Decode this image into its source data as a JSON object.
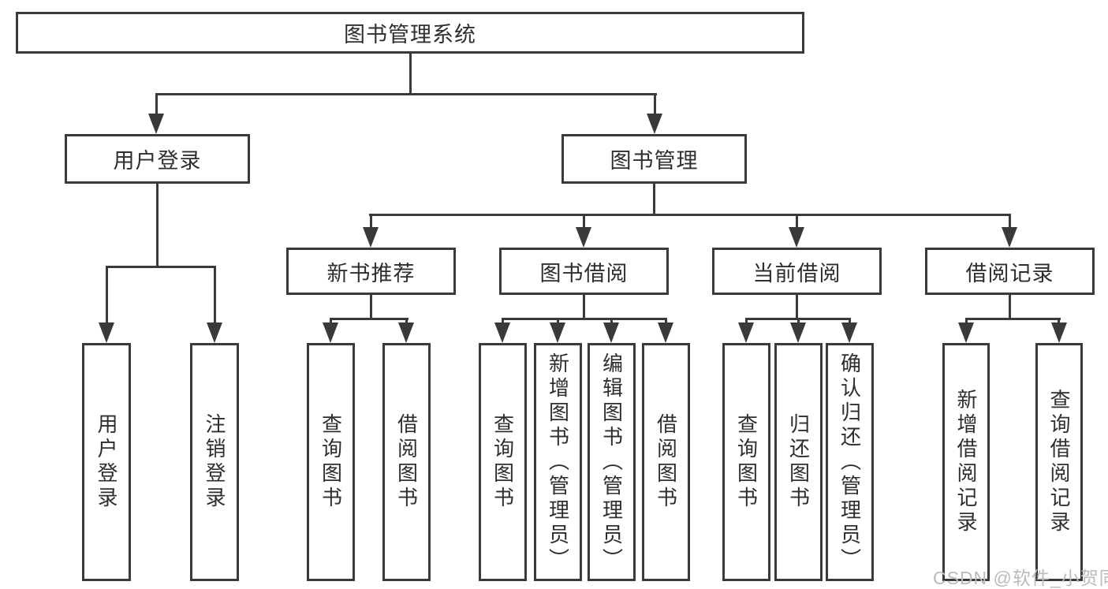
{
  "tree": {
    "label": "图书管理系统",
    "children": [
      {
        "label": "用户登录",
        "children": [
          {
            "label": "用户登录"
          },
          {
            "label": "注销登录"
          }
        ]
      },
      {
        "label": "图书管理",
        "children": [
          {
            "label": "新书推荐",
            "children": [
              {
                "label": "查询图书"
              },
              {
                "label": "借阅图书"
              }
            ]
          },
          {
            "label": "图书借阅",
            "children": [
              {
                "label": "查询图书"
              },
              {
                "label": "新增图书（管理员）"
              },
              {
                "label": "编辑图书（管理员）"
              },
              {
                "label": "借阅图书"
              }
            ]
          },
          {
            "label": "当前借阅",
            "children": [
              {
                "label": "查询图书"
              },
              {
                "label": "归还图书"
              },
              {
                "label": "确认归还（管理员）"
              }
            ]
          },
          {
            "label": "借阅记录",
            "children": [
              {
                "label": "新增借阅记录"
              },
              {
                "label": "查询借阅记录"
              }
            ]
          }
        ]
      }
    ]
  },
  "watermark": {
    "text": "CSDN @软件_小贺同学"
  },
  "colors": {
    "line": "#3a3a3a",
    "text": "#2e2e2e",
    "watermark": "#b8bcbf",
    "background": "#ffffff"
  }
}
